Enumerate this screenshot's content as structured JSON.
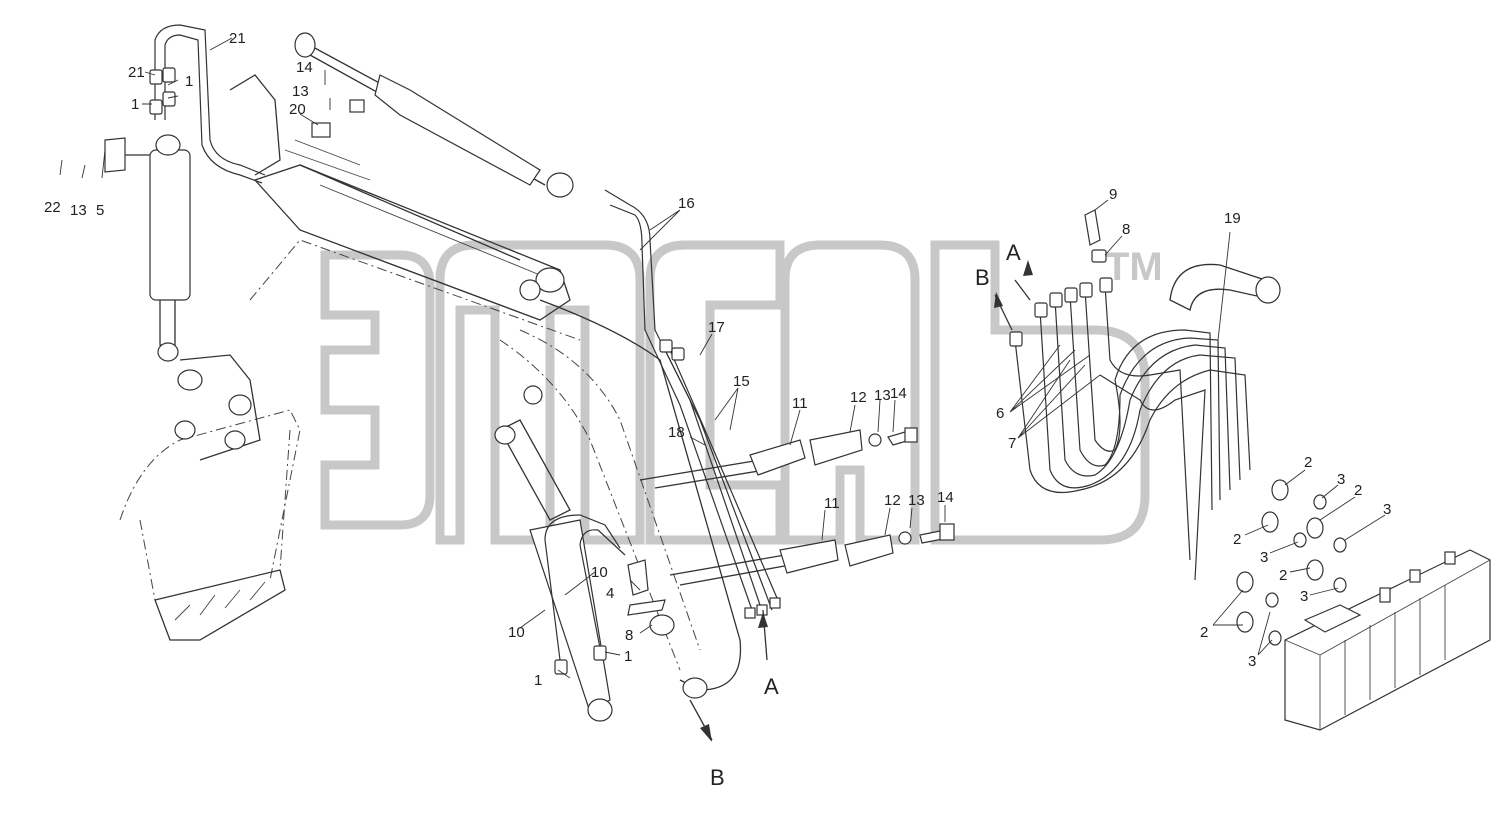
{
  "watermark": {
    "text": "TM"
  },
  "callouts": {
    "c21a": "21",
    "c21b": "21",
    "c1a": "1",
    "c1b": "1",
    "c14a": "14",
    "c13a": "13",
    "c20": "20",
    "c22": "22",
    "c13b": "13",
    "c5": "5",
    "c16": "16",
    "c17": "17",
    "c15": "15",
    "c18": "18",
    "c11a": "11",
    "c12a": "12",
    "c13c": "13",
    "c14b": "14",
    "c11b": "11",
    "c12b": "12",
    "c13d": "13",
    "c14c": "14",
    "c10a": "10",
    "c10b": "10",
    "c4": "4",
    "c8a": "8",
    "c1c": "1",
    "c1d": "1",
    "c9": "9",
    "c8b": "8",
    "c19": "19",
    "c6": "6",
    "c7": "7",
    "c2a": "2",
    "c3a": "3",
    "c2b": "2",
    "c3b": "3",
    "c2c": "2",
    "c3c": "3",
    "c2d": "2",
    "c3d": "3",
    "c2e": "2",
    "c3e": "3"
  },
  "views": {
    "A1": "A",
    "A2": "A",
    "B1": "B",
    "B2": "B"
  },
  "colors": {
    "ink": "#333333",
    "watermark": "#c8c8c8",
    "background": "#ffffff"
  }
}
